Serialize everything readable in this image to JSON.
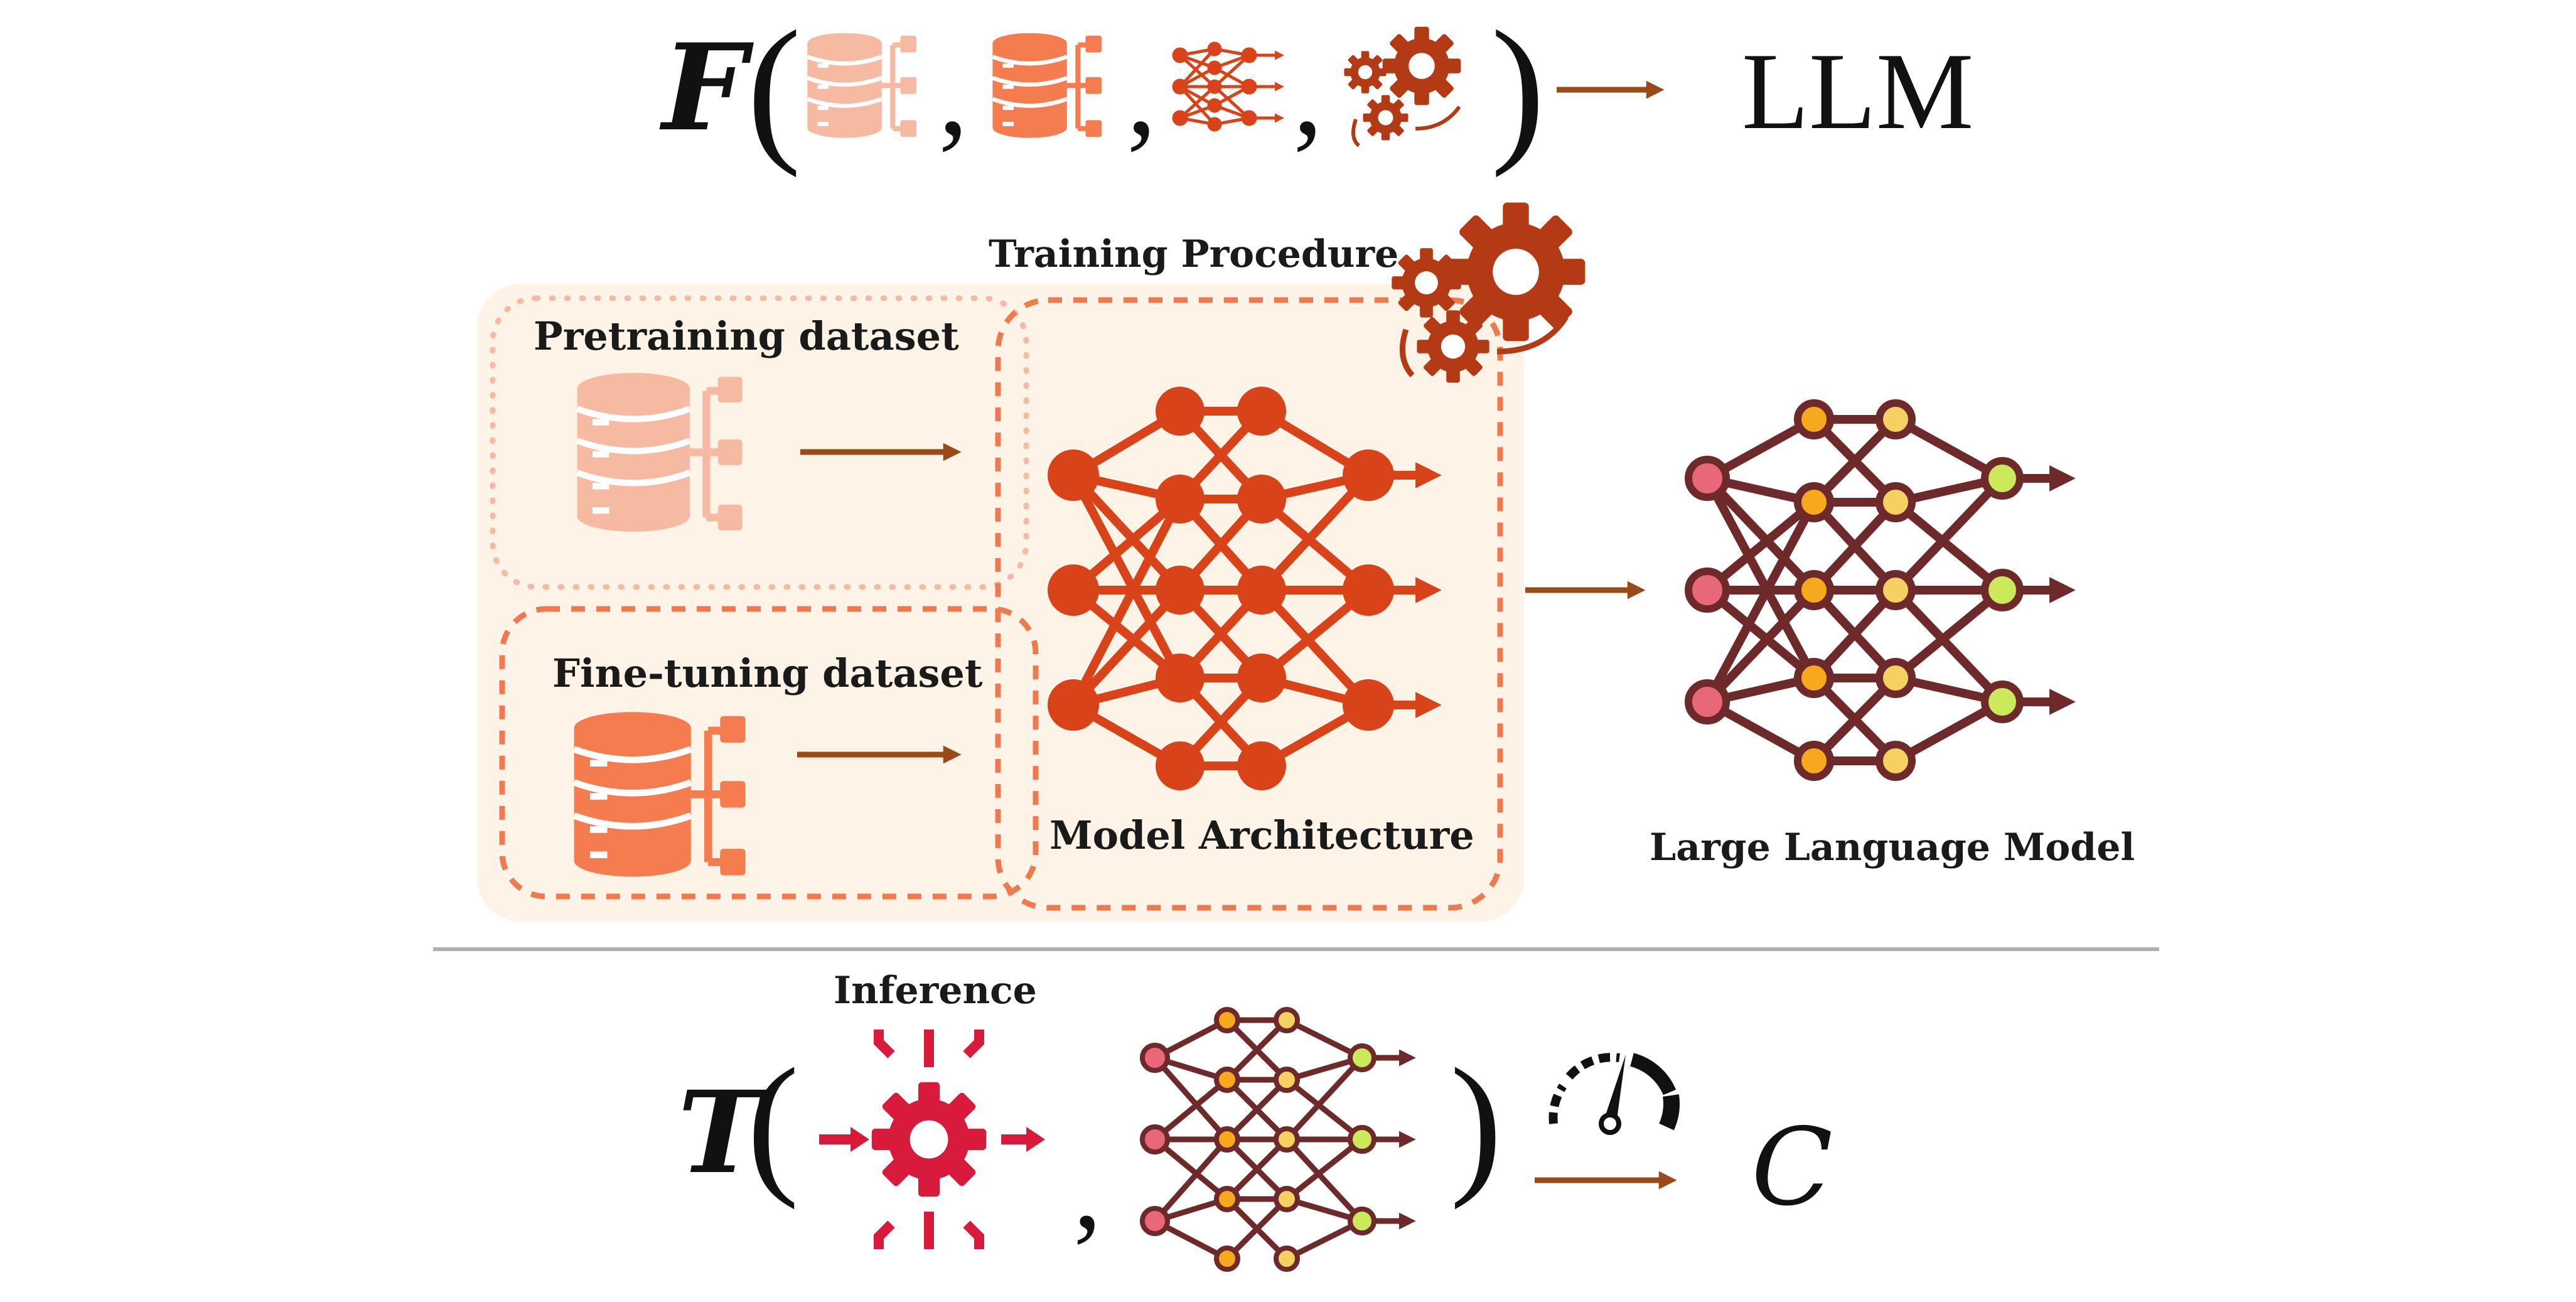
{
  "formula_top": {
    "func": "F",
    "open": "(",
    "close": ")",
    "comma": ",",
    "result": "LLM"
  },
  "labels": {
    "training_procedure": "Training Procedure",
    "pretraining_dataset": "Pretraining dataset",
    "finetuning_dataset": "Fine-tuning dataset",
    "model_architecture": "Model Architecture",
    "large_language_model": "Large Language Model",
    "inference": "Inference"
  },
  "formula_bottom": {
    "func": "T",
    "open": "(",
    "close": ")",
    "comma": ",",
    "result": "C"
  },
  "colors": {
    "pretrain": "#f6b9a1",
    "finetune": "#f47c4f",
    "architecture": "#d9431a",
    "llm_edge": "#6e2a2a",
    "node_red": "#e8687a",
    "node_orange": "#f7a91d",
    "node_yellow": "#f6d060",
    "node_green": "#cce85b",
    "arrow": "#9a4a16",
    "gear": "#b33a14",
    "inference": "#d81b3c",
    "panel_bg": "#fdf3e7",
    "dash": "#f07a50",
    "divider": "#b0b0b0"
  },
  "icons": [
    "database-icon",
    "neural-network-icon",
    "gear-icon",
    "speedometer-icon",
    "inference-gear-icon",
    "arrow-icon"
  ]
}
